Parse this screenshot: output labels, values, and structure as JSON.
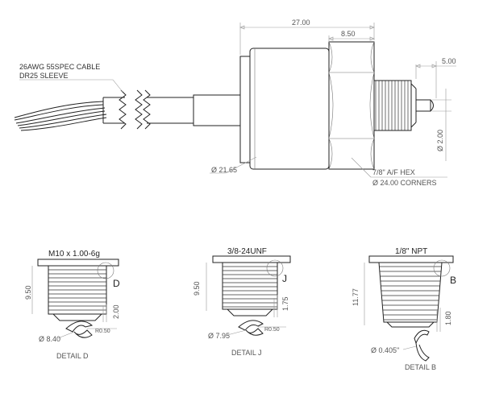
{
  "sensor": {
    "cable_label_line1": "26AWG 55SPEC CABLE",
    "cable_label_line2": "DR25 SLEEVE",
    "dim_overall": "27.00",
    "dim_hex_len": "8.50",
    "dim_tip": "5.00",
    "dim_tip_dia": "Ø 2.00",
    "dim_body_dia": "Ø 21.65",
    "hex_af": "7/8\" A/F HEX",
    "hex_corners": "Ø 24.00 CORNERS"
  },
  "details": [
    {
      "thread_label": "M10 x 1.00-6g",
      "letter": "D",
      "height": "9.50",
      "tip_len": "2.00",
      "dia": "Ø 8.40",
      "radius": "R0.50",
      "caption": "DETAIL D"
    },
    {
      "thread_label": "3/8-24UNF",
      "letter": "J",
      "height": "9.50",
      "tip_len": "1.75",
      "dia": "Ø 7.95",
      "radius": "R0.50",
      "caption": "DETAIL J"
    },
    {
      "thread_label": "1/8\" NPT",
      "letter": "B",
      "height": "11.77",
      "tip_len": "1.80",
      "dia": "Ø 0.405\"",
      "caption": "DETAIL B"
    }
  ]
}
